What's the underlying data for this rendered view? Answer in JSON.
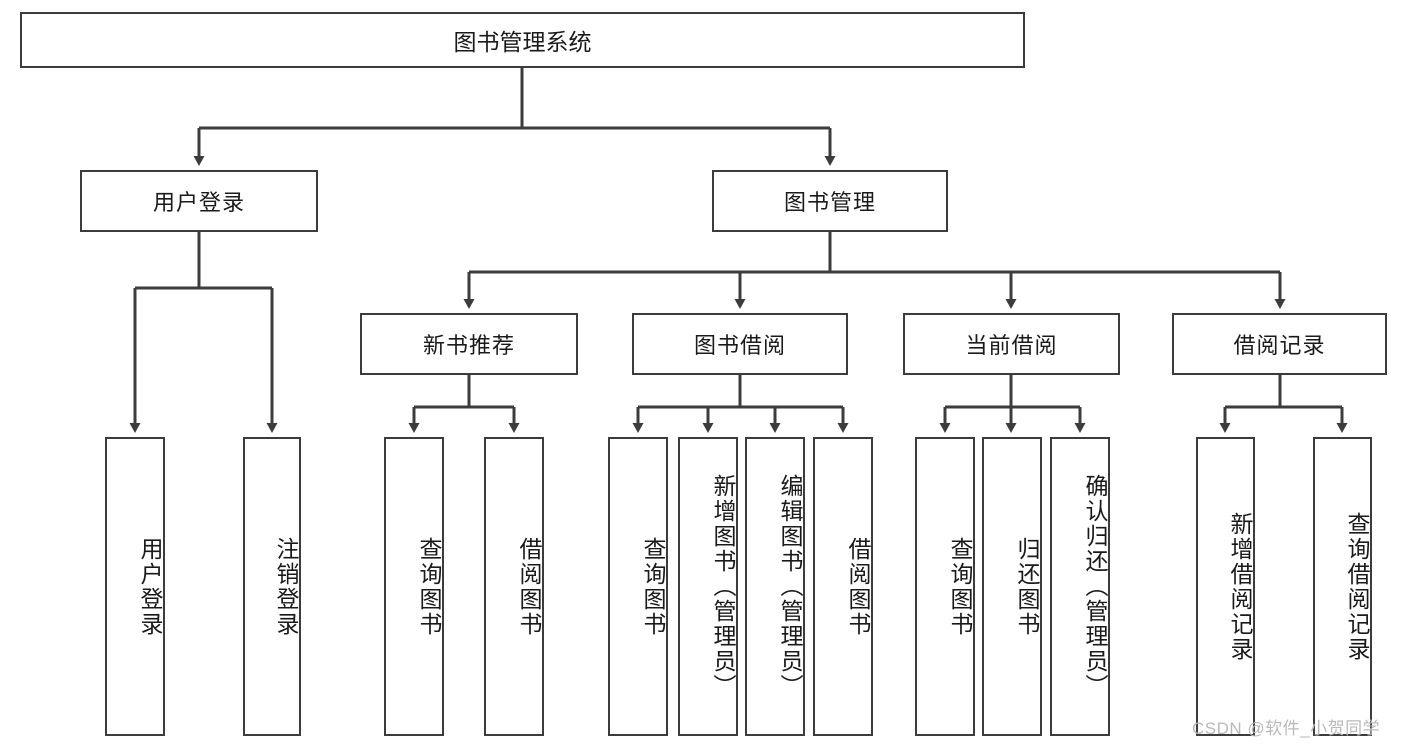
{
  "diagram": {
    "type": "tree",
    "title": "图书管理系统",
    "root": {
      "label": "图书管理系统"
    },
    "level2": [
      {
        "label": "用户登录"
      },
      {
        "label": "图书管理"
      }
    ],
    "level3": [
      {
        "label": "新书推荐",
        "parent": "图书管理"
      },
      {
        "label": "图书借阅",
        "parent": "图书管理"
      },
      {
        "label": "当前借阅",
        "parent": "图书管理"
      },
      {
        "label": "借阅记录",
        "parent": "图书管理"
      }
    ],
    "leaves": {
      "user_login": [
        {
          "label": "用户登录"
        },
        {
          "label": "注销登录"
        }
      ],
      "new_book_recommend": [
        {
          "label": "查询图书"
        },
        {
          "label": "借阅图书"
        }
      ],
      "book_borrow": [
        {
          "label": "查询图书"
        },
        {
          "label": "新增图书（管理员）"
        },
        {
          "label": "编辑图书（管理员）"
        },
        {
          "label": "借阅图书"
        }
      ],
      "current_borrow": [
        {
          "label": "查询图书"
        },
        {
          "label": "归还图书"
        },
        {
          "label": "确认归还（管理员）"
        }
      ],
      "borrow_record": [
        {
          "label": "新增借阅记录"
        },
        {
          "label": "查询借阅记录"
        }
      ]
    }
  },
  "watermark": {
    "text": "CSDN @软件_小贺同学"
  },
  "colors": {
    "stroke": "#3c3c3c",
    "fill": "#ffffff",
    "text": "#1a1a1a",
    "watermark": "#b9b9b9"
  }
}
